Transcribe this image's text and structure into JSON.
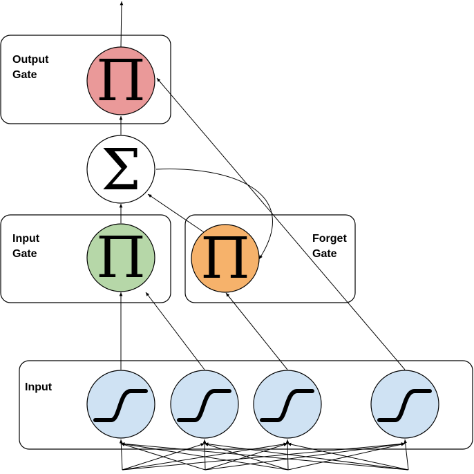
{
  "labels": {
    "output_gate": [
      "Output",
      "Gate"
    ],
    "input_gate": [
      "Input",
      "Gate"
    ],
    "forget_gate": [
      "Forget",
      "Gate"
    ],
    "input_layer": "Input"
  },
  "symbols": {
    "product": "Π",
    "sum": "Σ"
  },
  "colors": {
    "output_gate": "#ea9999",
    "input_gate": "#b6d7a8",
    "forget_gate": "#f6b26b",
    "sum_node": "#ffffff",
    "input_nodes": "#cfe2f3",
    "stroke": "#000000"
  },
  "input_nodes": [
    {
      "icon": "sigmoid-icon"
    },
    {
      "icon": "sigmoid-icon"
    },
    {
      "icon": "sigmoid-icon"
    },
    {
      "icon": "sigmoid-icon"
    }
  ]
}
